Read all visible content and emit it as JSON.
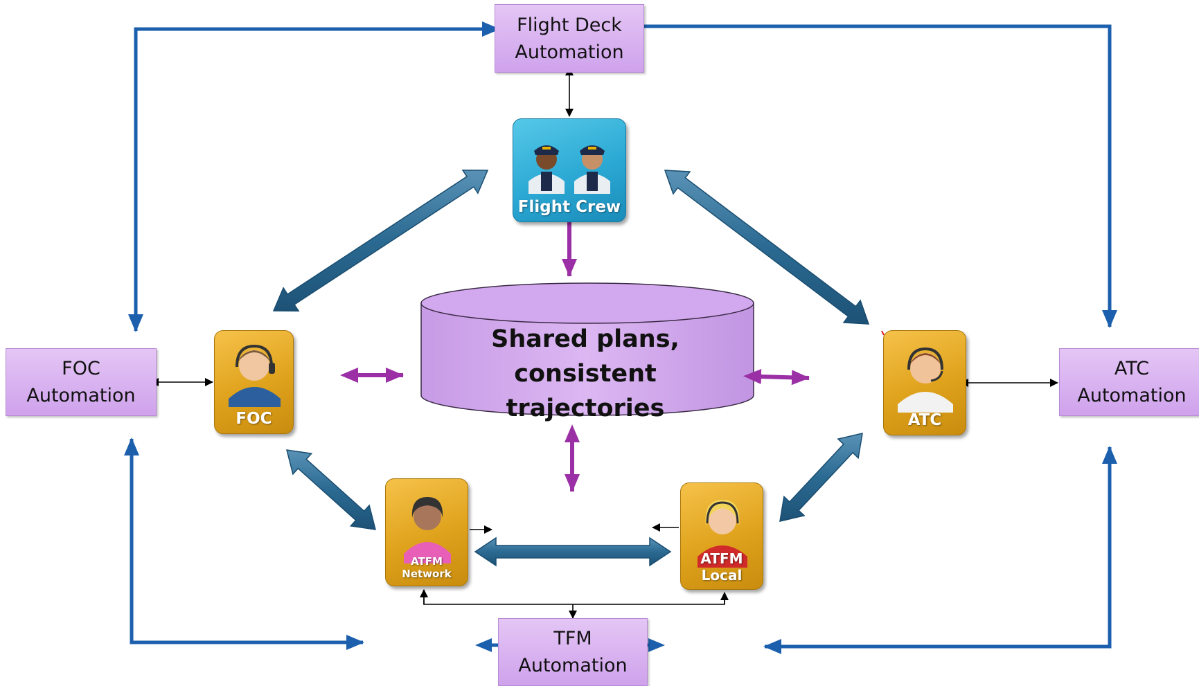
{
  "boxes": {
    "flight_deck": "Flight Deck\nAutomation",
    "foc_automation": "FOC\nAutomation",
    "atc_automation": "ATC\nAutomation",
    "tfm_automation": "TFM\nAutomation"
  },
  "actors": {
    "flight_crew": "Flight Crew",
    "foc": "FOC",
    "atc": "ATC",
    "atfm_network": "ATFM Network",
    "atfm_local": "ATFM Local"
  },
  "database": {
    "label": "Shared plans, consistent\ntrajectories"
  },
  "colors": {
    "box_fill": "#d7afef",
    "tile_gold": "#dfa21c",
    "tile_teal": "#2ba9d4",
    "feedback_arrow": "#1b5fad",
    "actor_arrow": "#2f6f96",
    "shared_arrow": "#9b2fa5"
  },
  "icons": [
    "pilot-icon",
    "dispatcher-icon",
    "controller-icon",
    "flow-manager-icon",
    "database-cylinder-icon"
  ]
}
